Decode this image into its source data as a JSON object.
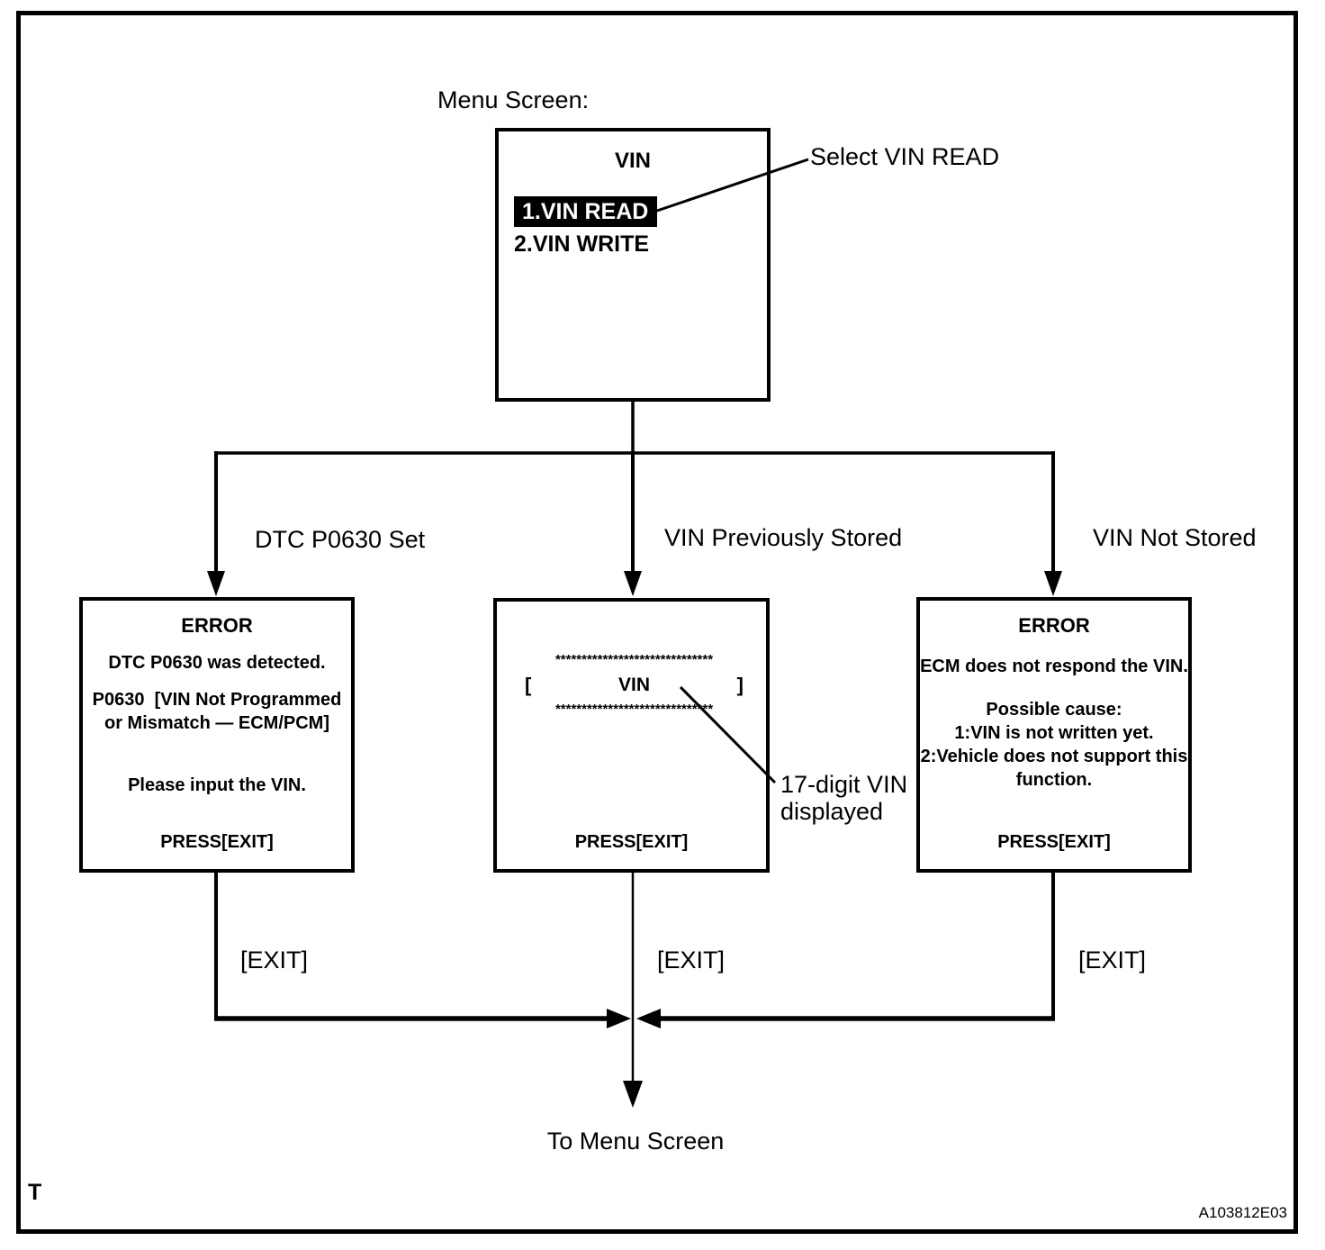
{
  "page": {
    "menu_screen_label": "Menu Screen:",
    "to_menu_label": "To Menu Screen",
    "footer_left": "T",
    "figure_id": "A103812E03",
    "colors": {
      "ink": "#000000",
      "paper": "#ffffff",
      "highlight_bg": "#000000",
      "highlight_text": "#ffffff"
    }
  },
  "menu_box": {
    "title": "VIN",
    "item_selected": "1.VIN READ",
    "item_unselected": "2.VIN WRITE",
    "annotation": "Select VIN READ"
  },
  "branch_left": {
    "condition": "DTC P0630 Set",
    "exit_label": "[EXIT]",
    "screen": {
      "title": "ERROR",
      "line1": "DTC P0630 was detected.",
      "line2": "P0630  [VIN Not Programmed",
      "line3": "or Mismatch — ECM/PCM]",
      "line4": "Please input the VIN.",
      "footer": "PRESS[EXIT]"
    }
  },
  "branch_middle": {
    "condition": "VIN Previously Stored",
    "exit_label": "[EXIT]",
    "annotation_line1": "17-digit VIN",
    "annotation_line2": "displayed",
    "screen": {
      "stars_top": "******************************",
      "bracket_open": "[",
      "vin": "VIN",
      "bracket_close": "]",
      "stars_bottom": "******************************",
      "footer": "PRESS[EXIT]"
    }
  },
  "branch_right": {
    "condition": "VIN Not Stored",
    "exit_label": "[EXIT]",
    "screen": {
      "title": "ERROR",
      "line1": "ECM does not respond the VIN.",
      "line2": "Possible cause:",
      "line3": "1:VIN is not written yet.",
      "line4": "2:Vehicle does not support this",
      "line5": "function.",
      "footer": "PRESS[EXIT]"
    }
  }
}
